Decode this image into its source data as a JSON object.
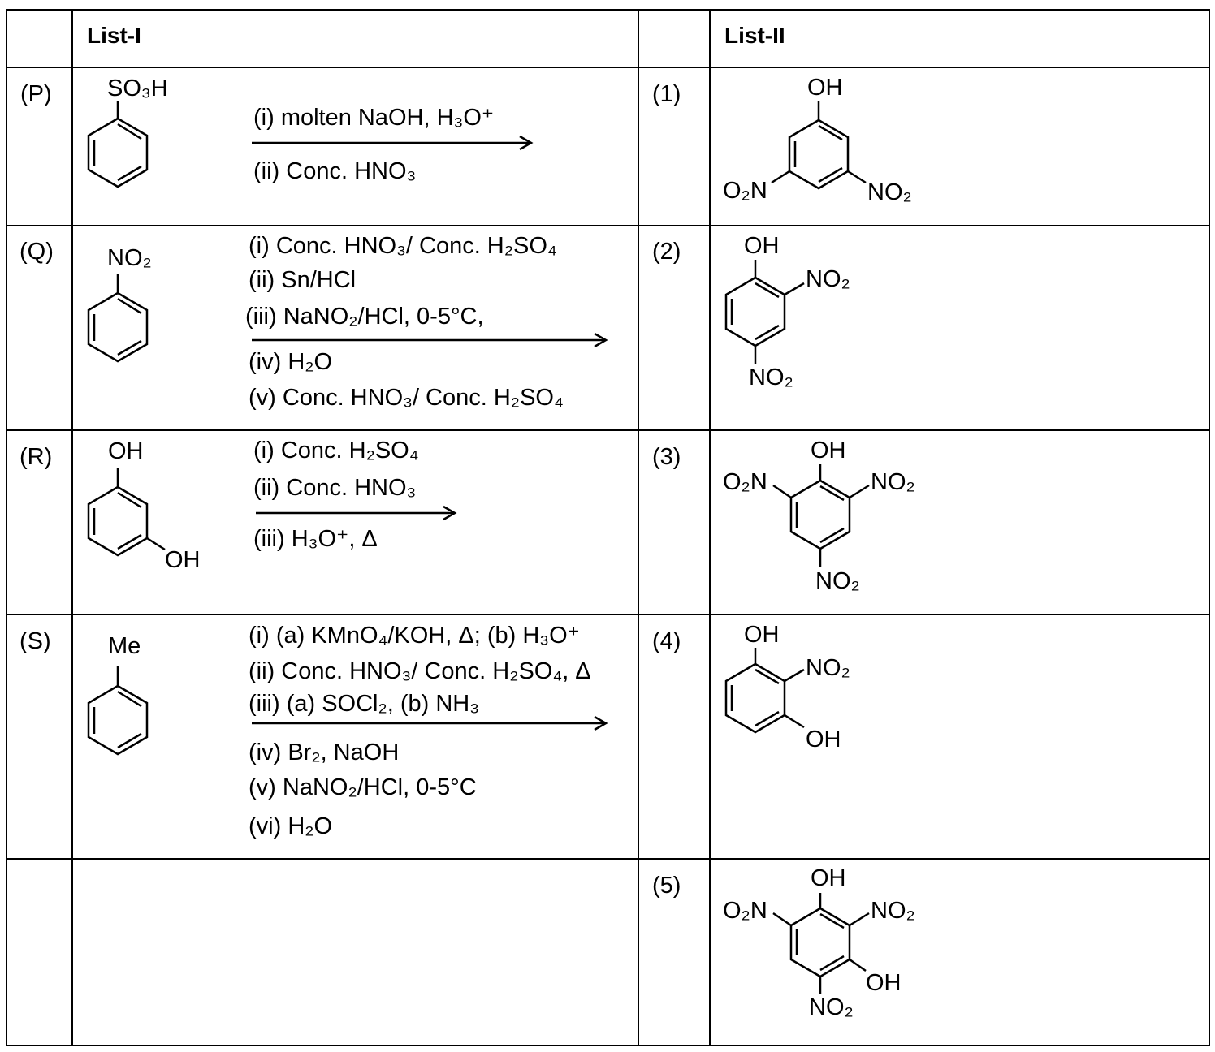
{
  "header": {
    "list1": "List-I",
    "list2": "List-II"
  },
  "rows": [
    {
      "label": "(P)",
      "reactant_sub": "SO₃H",
      "steps": [
        "(i) molten NaOH, H₃O⁺",
        "(ii) Conc. HNO₃"
      ]
    },
    {
      "label": "(Q)",
      "reactant_sub": "NO₂",
      "steps": [
        "(i) Conc. HNO₃/ Conc. H₂SO₄",
        "(ii) Sn/HCl",
        "(iii) NaNO₂/HCl, 0-5°C,",
        "(iv) H₂O",
        "(v) Conc. HNO₃/ Conc. H₂SO₄"
      ]
    },
    {
      "label": "(R)",
      "reactant_sub": [
        "OH",
        "OH"
      ],
      "steps": [
        "(i) Conc. H₂SO₄",
        "(ii) Conc. HNO₃",
        "(iii) H₃O⁺, Δ"
      ]
    },
    {
      "label": "(S)",
      "reactant_sub": "Me",
      "steps": [
        "(i) (a) KMnO₄/KOH, Δ; (b) H₃O⁺",
        "(ii) Conc. HNO₃/ Conc. H₂SO₄, Δ",
        "(iii) (a) SOCl₂, (b) NH₃",
        "(iv) Br₂, NaOH",
        "(v) NaNO₂/HCl, 0-5°C",
        "(vi) H₂O"
      ]
    }
  ],
  "products": [
    {
      "label": "(1)",
      "groups": [
        "OH",
        "O₂N",
        "NO₂"
      ]
    },
    {
      "label": "(2)",
      "groups": [
        "OH",
        "NO₂",
        "NO₂"
      ]
    },
    {
      "label": "(3)",
      "groups": [
        "OH",
        "O₂N",
        "NO₂",
        "NO₂"
      ]
    },
    {
      "label": "(4)",
      "groups": [
        "OH",
        "NO₂",
        "OH"
      ]
    },
    {
      "label": "(5)",
      "groups": [
        "OH",
        "O₂N",
        "NO₂",
        "OH",
        "NO₂"
      ]
    }
  ]
}
